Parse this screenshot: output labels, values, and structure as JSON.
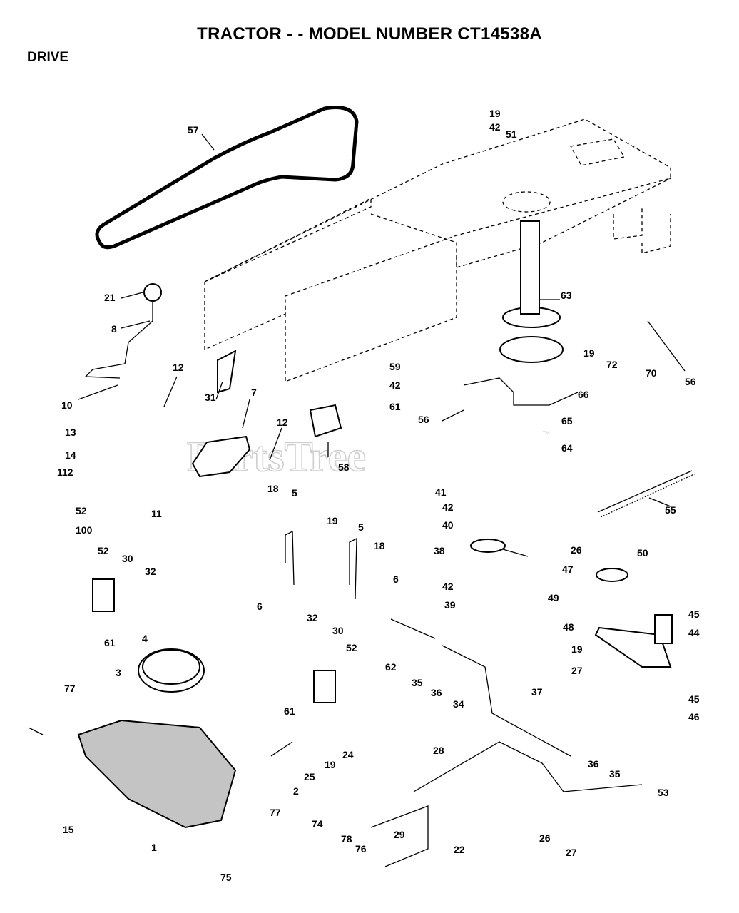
{
  "header": {
    "title": "TRACTOR - - MODEL NUMBER CT14538A",
    "section": "DRIVE"
  },
  "watermark": {
    "text": "PartsTree",
    "trademark": "™"
  },
  "callouts": [
    "57",
    "19",
    "42",
    "51",
    "63",
    "21",
    "8",
    "12",
    "10",
    "31",
    "7",
    "59",
    "42",
    "61",
    "56",
    "66",
    "19",
    "72",
    "70",
    "56",
    "65",
    "64",
    "13",
    "14",
    "112",
    "12",
    "58",
    "55",
    "41",
    "42",
    "40",
    "38",
    "42",
    "39",
    "18",
    "5",
    "19",
    "5",
    "18",
    "6",
    "6",
    "52",
    "100",
    "52",
    "30",
    "32",
    "61",
    "11",
    "4",
    "3",
    "77",
    "32",
    "30",
    "52",
    "61",
    "62",
    "35",
    "36",
    "34",
    "37",
    "26",
    "50",
    "47",
    "49",
    "45",
    "44",
    "48",
    "19",
    "27",
    "45",
    "46",
    "28",
    "36",
    "35",
    "53",
    "26",
    "27",
    "25",
    "19",
    "24",
    "2",
    "77",
    "29",
    "22",
    "15",
    "1",
    "74",
    "78",
    "76",
    "75"
  ]
}
